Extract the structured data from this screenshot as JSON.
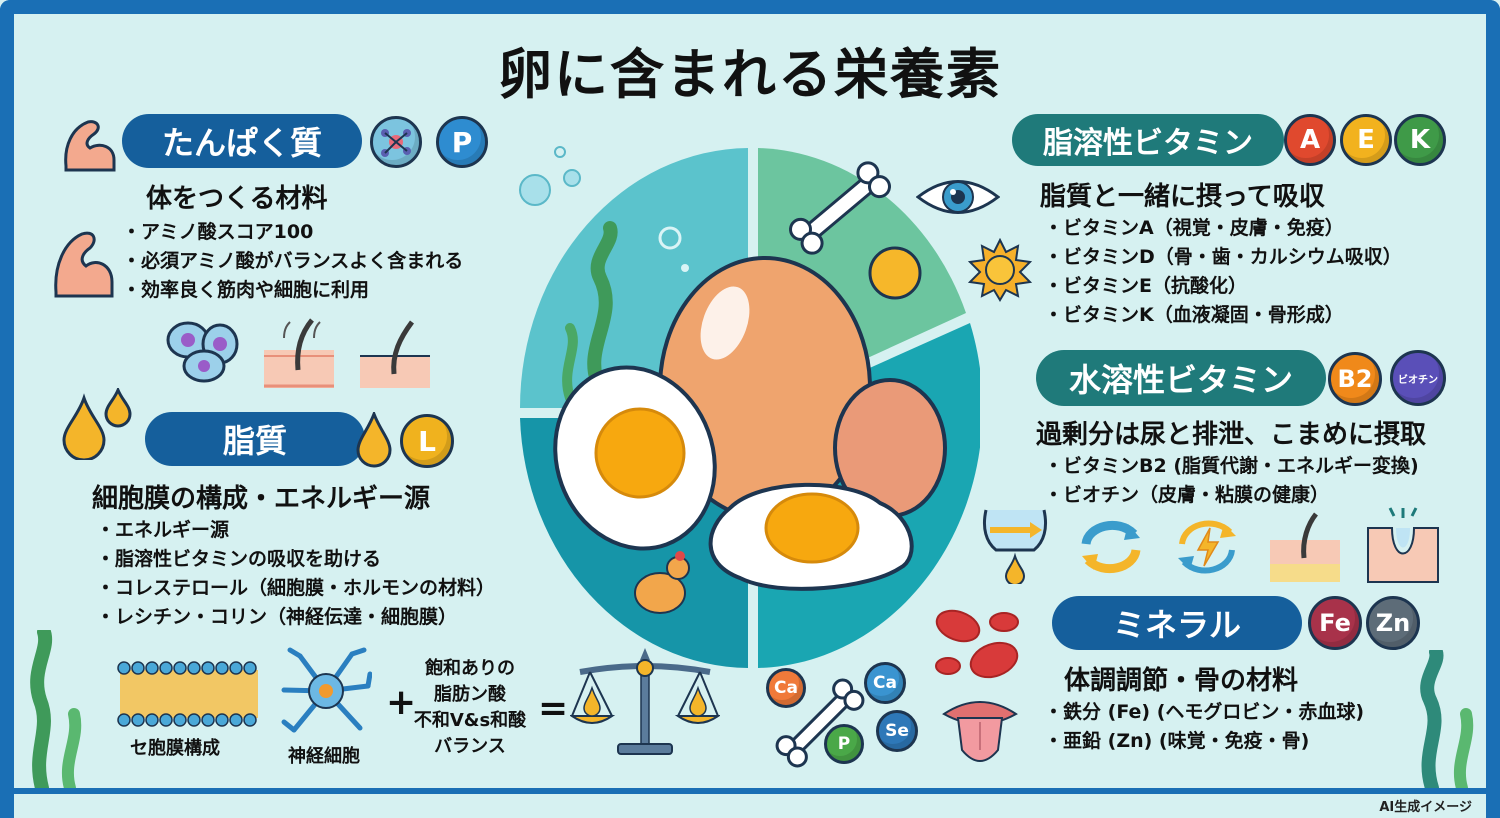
{
  "title": "卵に含まれる栄養素",
  "watermark": "AI生成イメージ",
  "colors": {
    "frame": "#1a6fb5",
    "background": "#d6f1f1",
    "pill_blue": "#155f9c",
    "pill_teal": "#1f7a7a",
    "vitamin_a": "#e0492e",
    "vitamin_e": "#f2b21e",
    "vitamin_k": "#3f9a48",
    "vitamin_b2": "#f0891a",
    "biotin": "#5a4fb8",
    "iron": "#a8324a",
    "zinc": "#5d6c78",
    "lipid_badge": "#f0b21e"
  },
  "protein": {
    "label": "たんぱく質",
    "badge": "P",
    "subtitle": "体をつくる材料",
    "bullets": [
      "アミノ酸スコア100",
      "必須アミノ酸がバランスよく含まれる",
      "効率良く筋肉や細胞に利用"
    ],
    "icons": [
      "muscle-arm",
      "molecule",
      "cells",
      "hair-follicle",
      "hair-follicle"
    ]
  },
  "lipid": {
    "label": "脂質",
    "badge": "L",
    "subtitle": "細胞膜の構成・エネルギー源",
    "bullets": [
      "エネルギー源",
      "脂溶性ビタミンの吸収を助ける",
      "コレステロール（細胞膜・ホルモンの材料）",
      "レシチン・コリン（神経伝達・細胞膜）"
    ],
    "diagram": {
      "membrane_label": "セ胞膜構成",
      "neuron_label": "神経細胞",
      "plus": "+",
      "equals": "=",
      "balance_text": [
        "飽和ありの",
        "脂肪ン酸",
        "不和V&s和酸",
        "バランス"
      ]
    }
  },
  "fat_soluble": {
    "label": "脂溶性ビタミン",
    "badges": [
      "A",
      "E",
      "K"
    ],
    "subtitle": "脂質と一緒に摂って吸収",
    "bullets": [
      "ビタミンA（視覚・皮膚・免疫）",
      "ビタミンD（骨・歯・カルシウム吸収）",
      "ビタミンE（抗酸化）",
      "ビタミンK（血液凝固・骨形成）"
    ]
  },
  "water_soluble": {
    "label": "水溶性ビタミン",
    "badges": [
      "B2",
      "ビオチン"
    ],
    "subtitle": "過剰分は尿と排泄、こまめに摂取",
    "bullets": [
      "ビタミンB2 (脂質代謝・エネルギー変換)",
      "ビオチン（皮膚・粘膜の健康）"
    ]
  },
  "minerals": {
    "label": "ミネラル",
    "badges": [
      "Fe",
      "Zn"
    ],
    "subtitle": "体調調節・骨の材料",
    "bullets": [
      "鉄分 (Fe) (ヘモグロビン・赤血球)",
      "亜鉛 (Zn) (味覚・免疫・骨)"
    ],
    "bone_badges": [
      "Ca",
      "Ca",
      "P",
      "Se"
    ]
  }
}
